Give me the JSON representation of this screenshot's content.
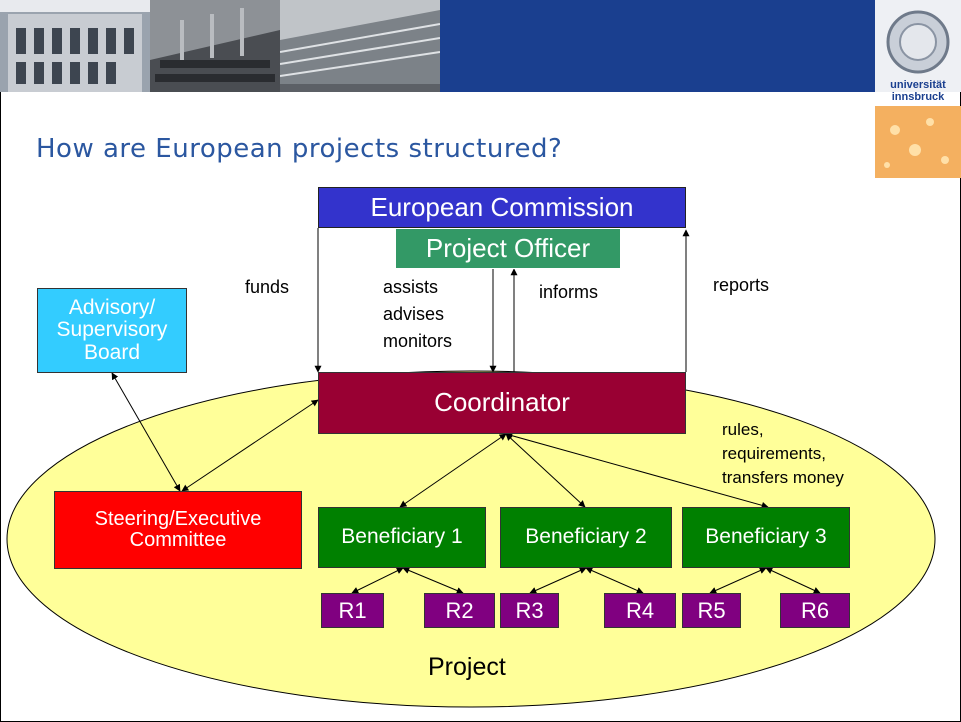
{
  "slide": {
    "title": "How are European projects structured?",
    "logo_text": "universität innsbruck"
  },
  "nodes": {
    "european_commission": "European Commission",
    "project_officer": "Project Officer",
    "advisory_board": "Advisory/ Supervisory Board",
    "coordinator": "Coordinator",
    "steering_committee": "Steering/Executive Committee",
    "beneficiary_1": "Beneficiary 1",
    "beneficiary_2": "Beneficiary 2",
    "beneficiary_3": "Beneficiary 3",
    "r1": "R1",
    "r2": "R2",
    "r3": "R3",
    "r4": "R4",
    "r5": "R5",
    "r6": "R6",
    "project": "Project"
  },
  "edge_labels": {
    "funds": "funds",
    "assists": "assists",
    "advises": "advises",
    "monitors": "monitors",
    "informs": "informs",
    "reports": "reports",
    "rules": "rules,",
    "requirements": "requirements,",
    "transfers_money": "transfers money"
  },
  "colors": {
    "commission": "#3333cc",
    "officer": "#339966",
    "advisory": "#33ccff",
    "coordinator": "#990033",
    "steering": "#ff0000",
    "beneficiary": "#008000",
    "r_box": "#800080",
    "project_ellipse": "#ffff99",
    "title": "#2b57a0"
  }
}
